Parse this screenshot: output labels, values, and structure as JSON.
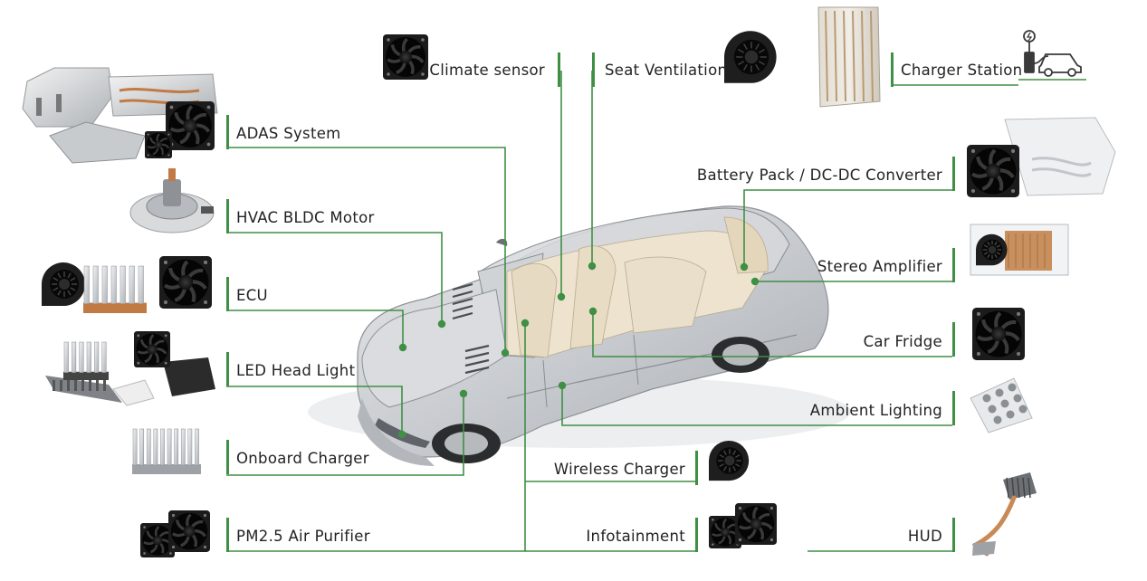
{
  "colors": {
    "accent": "#3f8f44",
    "text": "#222222",
    "background": "#ffffff"
  },
  "labels": {
    "climate_sensor": "Climate sensor",
    "seat_ventilation": "Seat Ventilation",
    "charger_station": "Charger Station",
    "adas_system": "ADAS System",
    "hvac_bldc_motor": "HVAC BLDC Motor",
    "ecu": "ECU",
    "led_head_light": "LED Head Light",
    "onboard_charger": "Onboard Charger",
    "pm25_air_purifier": "PM2.5 Air Purifier",
    "battery_pack": "Battery Pack / DC-DC Converter",
    "stereo_amplifier": "Stereo Amplifier",
    "car_fridge": "Car Fridge",
    "ambient_lighting": "Ambient Lighting",
    "wireless_charger": "Wireless Charger",
    "infotainment": "Infotainment",
    "hud": "HUD"
  },
  "icons": {
    "fan": "cooling-fan-icon",
    "blower": "blower-fan-icon",
    "heatsink": "heatsink-icon",
    "ev_charging": "ev-charging-icon",
    "cold_plate": "cold-plate-icon",
    "heat_pipe": "heat-pipe-icon",
    "car": "car-xray-illustration"
  }
}
